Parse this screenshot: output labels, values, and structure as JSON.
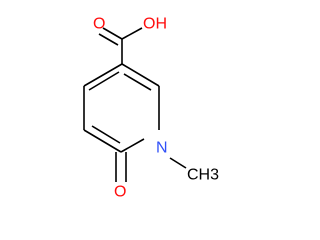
{
  "molecule": {
    "atom_labels": {
      "hydroxyl": "OH",
      "carbonyl_oxygen_acid": "O",
      "ring_nitrogen": "N",
      "methyl": "CH3",
      "carbonyl_oxygen_ring": "O"
    },
    "colors": {
      "oxygen": "#ff0d0d",
      "nitrogen": "#3050f8",
      "carbon": "#000000",
      "bond": "#000000"
    }
  }
}
